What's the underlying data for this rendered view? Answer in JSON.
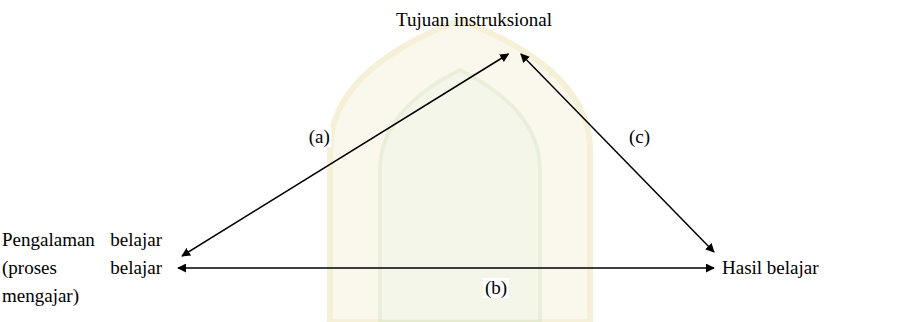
{
  "diagram": {
    "nodes": [
      {
        "text": [
          "Tujuan instruksional"
        ]
      },
      {
        "text": [
          "Pengalaman belajar (proses belajar mengajar)"
        ]
      },
      {
        "text": [
          "Hasil belajar"
        ]
      }
    ],
    "edges": [
      {
        "from": 1,
        "to": 0,
        "arrow": "both",
        "label": "(a)"
      },
      {
        "from": 1,
        "to": 2,
        "arrow": "both",
        "label": "(b)"
      },
      {
        "from": 0,
        "to": 2,
        "arrow": "both",
        "label": "(c)"
      }
    ]
  }
}
